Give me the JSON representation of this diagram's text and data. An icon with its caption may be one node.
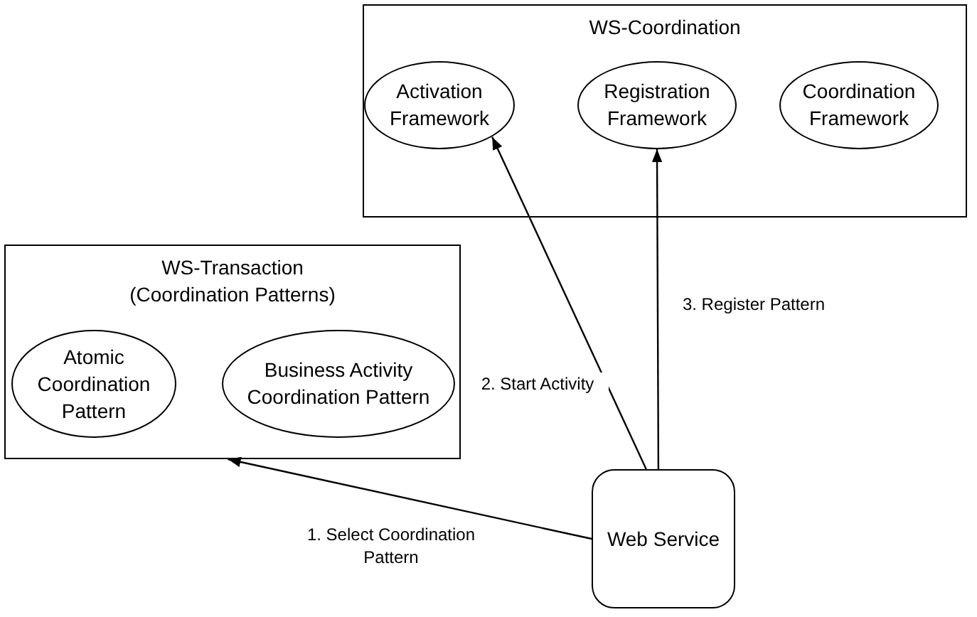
{
  "diagram": {
    "nodes": [
      {
        "text": [
          "WS-Coordination"
        ]
      },
      {
        "text": [
          "Activation Framework"
        ],
        "in": 0
      },
      {
        "text": [
          "Registration Framework"
        ],
        "in": 0
      },
      {
        "text": [
          "Coordination Framework"
        ],
        "in": 0
      },
      {
        "text": [
          "WS-Transaction",
          "(Coordination Patterns)"
        ]
      },
      {
        "text": [
          "Atomic Coordination Pattern"
        ],
        "in": 4
      },
      {
        "text": [
          "Business Activity Coordination Pattern"
        ],
        "in": 4
      },
      {
        "text": [
          "Web Service"
        ]
      }
    ],
    "edges": [
      {
        "from": 7,
        "to": 4,
        "arrow": "to",
        "label": "1. Select Coordination Pattern"
      },
      {
        "from": 7,
        "to": 1,
        "arrow": "to",
        "label": "2. Start Activity"
      },
      {
        "from": 7,
        "to": 2,
        "arrow": "to",
        "label": "3. Register Pattern"
      }
    ]
  }
}
